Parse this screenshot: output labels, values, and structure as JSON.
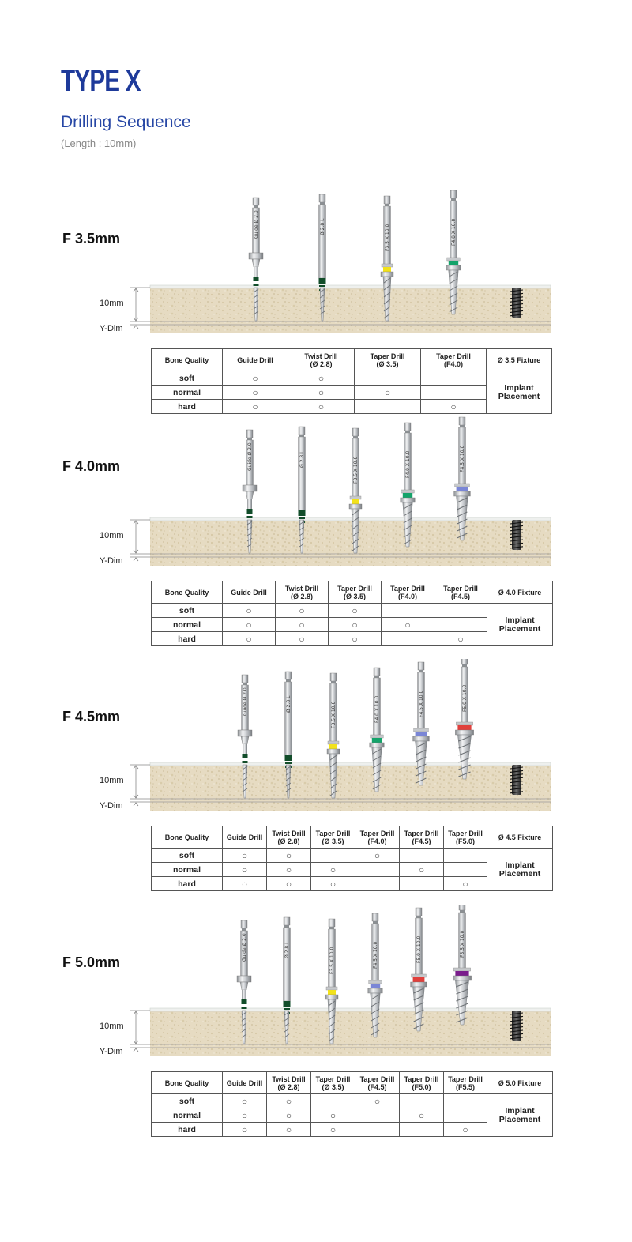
{
  "header": {
    "brand": "TYPE X",
    "subtitle": "Drilling Sequence",
    "length_note": "(Length : 10mm)"
  },
  "labels": {
    "depth": "10mm",
    "ydim": "Y-Dim",
    "implant": "Implant Placement"
  },
  "colors": {
    "yellow": "#f2e21b",
    "green": "#14a36a",
    "blue": "#7a86d6",
    "red": "#e0403c",
    "purple": "#7a1d8c",
    "dark_green": "#124d2a",
    "title_blue": "#1e3a9a"
  },
  "sections": [
    {
      "title": "F 3.5mm",
      "drills": [
        {
          "label": "Guide Ø 2.0",
          "type": "guide",
          "ring": "dark_green"
        },
        {
          "label": "Ø 2.8 L",
          "type": "twist",
          "ring": "dark_green"
        },
        {
          "label": "F3.5 X 10.0",
          "type": "taper",
          "ring": "yellow"
        },
        {
          "label": "F4.0 X 10.0",
          "type": "taper",
          "ring": "green"
        }
      ],
      "table": {
        "headers": [
          "Bone Quality",
          "Guide Drill",
          "Twist Drill\n(Ø 2.8)",
          "Taper Drill\n(Ø 3.5)",
          "Taper Drill\n(F4.0)",
          "Ø 3.5 Fixture"
        ],
        "rows": [
          {
            "quality": "soft",
            "marks": [
              "○",
              "○",
              "",
              ""
            ]
          },
          {
            "quality": "normal",
            "marks": [
              "○",
              "○",
              "○",
              ""
            ]
          },
          {
            "quality": "hard",
            "marks": [
              "○",
              "○",
              "",
              "○"
            ]
          }
        ]
      }
    },
    {
      "title": "F 4.0mm",
      "drills": [
        {
          "label": "Guide Ø 2.0",
          "type": "guide",
          "ring": "dark_green"
        },
        {
          "label": "Ø 2.8 L",
          "type": "twist",
          "ring": "dark_green"
        },
        {
          "label": "F3.5 X 10.0",
          "type": "taper",
          "ring": "yellow"
        },
        {
          "label": "F4.0 X 10.0",
          "type": "taper",
          "ring": "green"
        },
        {
          "label": "F4.5 X 10.0",
          "type": "taper",
          "ring": "blue"
        }
      ],
      "table": {
        "headers": [
          "Bone Quality",
          "Guide Drill",
          "Twist Drill\n(Ø 2.8)",
          "Taper Drill\n(Ø 3.5)",
          "Taper Drill\n(F4.0)",
          "Taper Drill\n(F4.5)",
          "Ø 4.0 Fixture"
        ],
        "rows": [
          {
            "quality": "soft",
            "marks": [
              "○",
              "○",
              "○",
              "",
              ""
            ]
          },
          {
            "quality": "normal",
            "marks": [
              "○",
              "○",
              "○",
              "○",
              ""
            ]
          },
          {
            "quality": "hard",
            "marks": [
              "○",
              "○",
              "○",
              "",
              "○"
            ]
          }
        ]
      }
    },
    {
      "title": "F 4.5mm",
      "drills": [
        {
          "label": "Guide Ø 2.0",
          "type": "guide",
          "ring": "dark_green"
        },
        {
          "label": "Ø 2.8 L",
          "type": "twist",
          "ring": "dark_green"
        },
        {
          "label": "F3.5 X 10.0",
          "type": "taper",
          "ring": "yellow"
        },
        {
          "label": "F4.0 X 10.0",
          "type": "taper",
          "ring": "green"
        },
        {
          "label": "F4.5 X 10.0",
          "type": "taper",
          "ring": "blue"
        },
        {
          "label": "F5.0 X 10.0",
          "type": "taper",
          "ring": "red"
        }
      ],
      "table": {
        "headers": [
          "Bone Quality",
          "Guide Drill",
          "Twist Drill\n(Ø 2.8)",
          "Taper Drill\n(Ø 3.5)",
          "Taper Drill\n(F4.0)",
          "Taper Drill\n(F4.5)",
          "Taper Drill\n(F5.0)",
          "Ø 4.5 Fixture"
        ],
        "rows": [
          {
            "quality": "soft",
            "marks": [
              "○",
              "○",
              "",
              "○",
              "",
              ""
            ]
          },
          {
            "quality": "normal",
            "marks": [
              "○",
              "○",
              "○",
              "",
              "○",
              ""
            ]
          },
          {
            "quality": "hard",
            "marks": [
              "○",
              "○",
              "○",
              "",
              "",
              "○"
            ]
          }
        ]
      }
    },
    {
      "title": "F 5.0mm",
      "drills": [
        {
          "label": "Guide Ø 2.0",
          "type": "guide",
          "ring": "dark_green"
        },
        {
          "label": "Ø 2.8 L",
          "type": "twist",
          "ring": "dark_green"
        },
        {
          "label": "F3.5 X 10.0",
          "type": "taper",
          "ring": "yellow"
        },
        {
          "label": "F4.5 X 10.0",
          "type": "taper",
          "ring": "blue"
        },
        {
          "label": "F5.0 X 10.0",
          "type": "taper",
          "ring": "red"
        },
        {
          "label": "F5.5 X 10.0",
          "type": "taper",
          "ring": "purple"
        }
      ],
      "table": {
        "headers": [
          "Bone Quality",
          "Guide Drill",
          "Twist Drill\n(Ø 2.8)",
          "Taper Drill\n(Ø 3.5)",
          "Taper Drill\n(F4.5)",
          "Taper Drill\n(F5.0)",
          "Taper Drill\n(F5.5)",
          "Ø 5.0 Fixture"
        ],
        "rows": [
          {
            "quality": "soft",
            "marks": [
              "○",
              "○",
              "",
              "○",
              "",
              ""
            ]
          },
          {
            "quality": "normal",
            "marks": [
              "○",
              "○",
              "○",
              "",
              "○",
              ""
            ]
          },
          {
            "quality": "hard",
            "marks": [
              "○",
              "○",
              "○",
              "",
              "",
              "○"
            ]
          }
        ]
      }
    }
  ]
}
